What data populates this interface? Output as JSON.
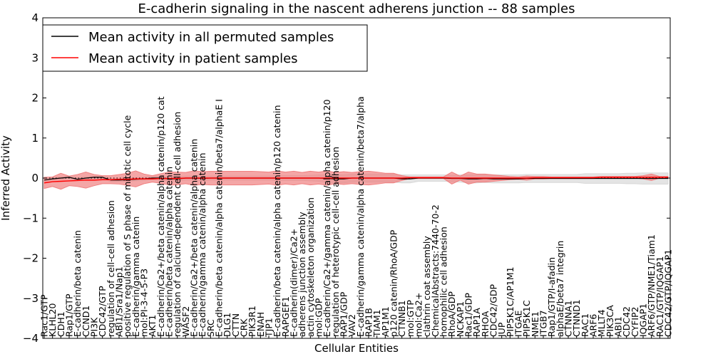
{
  "chart_data": {
    "type": "line",
    "title": "E-cadherin signaling in the nascent adherens junction -- 88 samples",
    "xlabel": "Cellular Entities",
    "ylabel": "Inferred Activity",
    "ylim": [
      -4,
      4
    ],
    "yticks": [
      -4,
      -3,
      -2,
      -1,
      0,
      1,
      2,
      3,
      4
    ],
    "grid": false,
    "legend_position": "top-left",
    "categories": [
      "Rac1/GTP",
      "KLHL20",
      "CDH1",
      "Rap1/GTP",
      "E-cadherin/beta catenin",
      "CCND1",
      "PI3K",
      "CDC42/GTP",
      "regulation of cell-cell adhesion",
      "ABI1/Sra1/Nap1",
      "positive regulation of S phase of mitotic cell cycle",
      "E-cadherin/gamma catenin",
      "mol:PI-3-4-5-P3",
      "AKT1",
      "E-cadherin/Ca2+/beta catenin/alpha catenin/p120 cat",
      "E-cadherin/beta catenin/alpha catenin",
      "regulation of calcium-dependent cell-cell adhesion",
      "WASF2",
      "E-cadherin/Ca2+/beta catenin/alpha catenin",
      "E-cadherin/gamma catenin/alpha catenin",
      "SRC",
      "E-cadherin/beta catenin/alpha catenin/beta7/alphaE I",
      "DLG1",
      "CTTN",
      "CRK",
      "PIK3R1",
      "ENAH",
      "TJP1",
      "E-cadherin/beta catenin/alpha catenin/p120 catenin",
      "RAPGEF1",
      "E-cadherin(dimer)/Ca2+",
      "adherens junction assembly",
      "actin cytoskeleton organization",
      "mol:GDP",
      "E-cadherin/Ca2+/gamma catenin/alpha catenin/p120",
      "regulation of heterotypic cell-cell adhesion",
      "RAP1/GDP",
      "VAV2",
      "E-cadherin/gamma catenin/alpha catenin/beta7/alpha",
      "RAP1B",
      "TIAM1",
      "AP1M1",
      "p120 catenin/RhoA/GDP",
      "CTNNB1",
      "mol:GTP",
      "mol:Ca2+",
      "clathrin coat assembly",
      "ChemicalAbstracts:7440-70-2",
      "homophilic cell adhesion",
      "RhoA/GDP",
      "NCKAP1",
      "Rac1/GDP",
      "RAP1A",
      "RHOA",
      "CDC42/GDP",
      "JUP",
      "PIP5K1C/AP1M1",
      "ITGAE",
      "PIP5K1C",
      "NME1",
      "ITGB7",
      "Rap1/GTP/I-afadin",
      "alphaE/beta7 integrin",
      "CTNNA1",
      "CTNND1",
      "RAC1",
      "ARF6",
      "MLLT4",
      "PIK3CA",
      "ABI1",
      "CDC42",
      "CYFIP2",
      "IQGAP1",
      "ARF6/GTP/NME1/Tiam1",
      "RAC1/GTP/IQGAP1",
      "CDC42/GTP/IQGAP1"
    ],
    "series": [
      {
        "name": "Mean activity in all permuted samples",
        "color": "#000000",
        "band_color": "#d8d8d8",
        "values": [
          -0.05,
          -0.02,
          0.0,
          0.02,
          -0.03,
          0.0,
          0.02,
          0.02,
          -0.05,
          -0.05,
          -0.04,
          -0.03,
          -0.02,
          0.0,
          0.0,
          -0.02,
          -0.02,
          0.0,
          0.0,
          -0.01,
          0.0,
          0.0,
          0.0,
          0.0,
          0.0,
          0.0,
          0.0,
          0.0,
          0.0,
          0.0,
          0.0,
          0.0,
          0.0,
          0.0,
          -0.01,
          -0.02,
          -0.02,
          0.0,
          0.0,
          0.0,
          0.0,
          0.0,
          0.0,
          -0.02,
          -0.02,
          0.0,
          0.0,
          0.0,
          0.0,
          -0.01,
          -0.01,
          -0.02,
          -0.02,
          -0.01,
          -0.02,
          -0.02,
          -0.02,
          -0.02,
          -0.01,
          -0.01,
          -0.01,
          -0.01,
          -0.01,
          -0.01,
          -0.01,
          -0.01,
          -0.01,
          -0.01,
          -0.01,
          -0.01,
          -0.01,
          -0.01,
          -0.01,
          -0.01,
          -0.01,
          -0.01
        ],
        "std": [
          0.03,
          0.03,
          0.03,
          0.03,
          0.03,
          0.03,
          0.03,
          0.03,
          0.04,
          0.04,
          0.04,
          0.04,
          0.04,
          0.04,
          0.05,
          0.05,
          0.05,
          0.05,
          0.05,
          0.05,
          0.05,
          0.05,
          0.05,
          0.05,
          0.05,
          0.05,
          0.05,
          0.05,
          0.06,
          0.06,
          0.06,
          0.06,
          0.07,
          0.08,
          0.09,
          0.1,
          0.1,
          0.1,
          0.1,
          0.1,
          0.1,
          0.1,
          0.1,
          0.1,
          0.1,
          0.08,
          0.08,
          0.08,
          0.08,
          0.08,
          0.09,
          0.1,
          0.1,
          0.1,
          0.1,
          0.1,
          0.1,
          0.1,
          0.1,
          0.1,
          0.1,
          0.1,
          0.1,
          0.1,
          0.1,
          0.12,
          0.12,
          0.12,
          0.12,
          0.12,
          0.13,
          0.13,
          0.14,
          0.14,
          0.14,
          0.14
        ]
      },
      {
        "name": "Mean activity in patient samples",
        "color": "#ff0000",
        "band_color": "#f08080",
        "values": [
          -0.12,
          -0.09,
          -0.08,
          -0.07,
          -0.06,
          -0.05,
          -0.05,
          -0.04,
          -0.04,
          -0.03,
          -0.03,
          -0.02,
          -0.02,
          -0.02,
          -0.01,
          -0.01,
          -0.01,
          0.0,
          0.0,
          0.0,
          0.0,
          0.0,
          0.0,
          0.0,
          0.0,
          0.0,
          0.0,
          0.0,
          0.0,
          0.0,
          0.0,
          0.0,
          0.0,
          0.0,
          0.0,
          0.0,
          0.0,
          0.0,
          0.0,
          0.0,
          0.0,
          0.0,
          0.0,
          0.0,
          0.01,
          0.01,
          0.01,
          0.01,
          0.01,
          0.0,
          0.0,
          0.0,
          0.0,
          0.0,
          0.0,
          0.0,
          0.0,
          0.0,
          0.0,
          0.01,
          0.01,
          0.01,
          0.01,
          0.01,
          0.01,
          0.01,
          0.01,
          0.02,
          0.02,
          0.02,
          0.02,
          0.02,
          0.02,
          0.02,
          0.02,
          0.02
        ],
        "std": [
          0.14,
          0.12,
          0.2,
          0.12,
          0.15,
          0.2,
          0.14,
          0.1,
          0.1,
          0.12,
          0.15,
          0.2,
          0.12,
          0.08,
          0.12,
          0.16,
          0.16,
          0.14,
          0.18,
          0.16,
          0.17,
          0.17,
          0.17,
          0.17,
          0.17,
          0.17,
          0.16,
          0.15,
          0.18,
          0.15,
          0.17,
          0.14,
          0.17,
          0.15,
          0.18,
          0.14,
          0.16,
          0.14,
          0.16,
          0.17,
          0.15,
          0.12,
          0.12,
          0.06,
          0.02,
          0.02,
          0.02,
          0.02,
          0.02,
          0.15,
          0.05,
          0.15,
          0.1,
          0.1,
          0.08,
          0.06,
          0.04,
          0.03,
          0.05,
          0.03,
          0.03,
          0.02,
          0.02,
          0.02,
          0.02,
          0.02,
          0.02,
          0.02,
          0.02,
          0.02,
          0.02,
          0.02,
          0.04,
          0.08,
          0.02,
          0.02
        ]
      }
    ]
  }
}
